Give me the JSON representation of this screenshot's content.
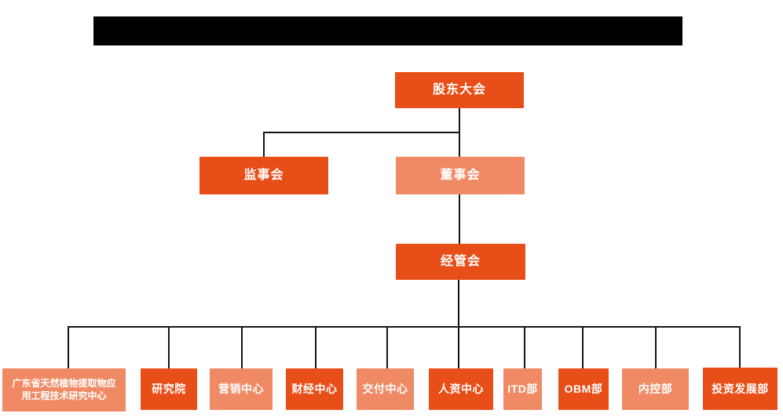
{
  "colors": {
    "primary": "#E84E18",
    "secondary": "#F08A64",
    "line": "#151515",
    "node_text": "#FFFFFF",
    "redaction": "#000000"
  },
  "org": {
    "root": {
      "label": "股东大会",
      "variant": "primary"
    },
    "level2": [
      {
        "label": "监事会",
        "variant": "primary"
      },
      {
        "label": "董事会",
        "variant": "secondary"
      }
    ],
    "level3": {
      "label": "经管会",
      "variant": "primary"
    },
    "departments": [
      {
        "label": "广东省天然植物提取物应用工程技术研究中心",
        "variant": "secondary"
      },
      {
        "label": "研究院",
        "variant": "primary"
      },
      {
        "label": "营销中心",
        "variant": "secondary"
      },
      {
        "label": "财经中心",
        "variant": "primary"
      },
      {
        "label": "交付中心",
        "variant": "secondary"
      },
      {
        "label": "人资中心",
        "variant": "primary"
      },
      {
        "label": "ITD部",
        "variant": "secondary"
      },
      {
        "label": "OBM部",
        "variant": "primary"
      },
      {
        "label": "内控部",
        "variant": "secondary"
      },
      {
        "label": "投资发展部",
        "variant": "primary"
      }
    ]
  }
}
